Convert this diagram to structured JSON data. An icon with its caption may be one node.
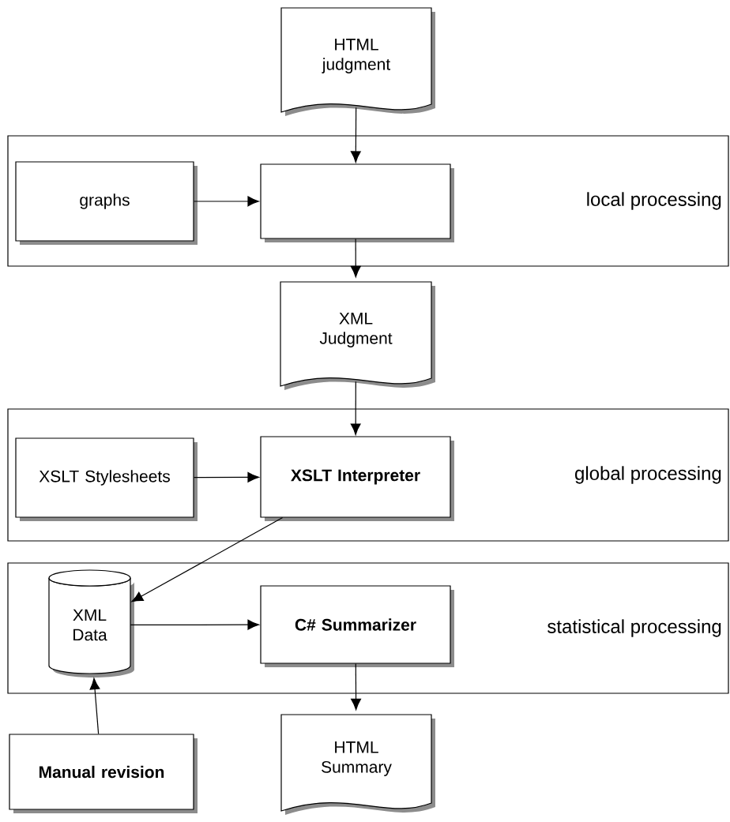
{
  "diagram": {
    "nodes": [
      {
        "text": [
          "local processing"
        ]
      },
      {
        "text": [
          "HTML judgment"
        ]
      },
      {
        "text": [
          "graphs"
        ],
        "in": 0
      },
      {
        "text": [],
        "shape": "box",
        "in": 0
      },
      {
        "text": [
          "XML Judgment"
        ]
      },
      {
        "text": [
          "global processing"
        ]
      },
      {
        "text": [
          "XSLT Stylesheets"
        ],
        "in": 5
      },
      {
        "text": [
          "XSLT Interpreter"
        ],
        "in": 5
      },
      {
        "text": [
          "statistical processing"
        ]
      },
      {
        "text": [
          "XML Data"
        ],
        "in": 8
      },
      {
        "text": [
          "C# Summarizer"
        ],
        "in": 8
      },
      {
        "text": [
          "Manual revision"
        ]
      },
      {
        "text": [
          "HTML Summary"
        ]
      }
    ],
    "edges": [
      {
        "from": 1,
        "to": 3,
        "arrow": "to"
      },
      {
        "from": 2,
        "to": 3,
        "arrow": "to"
      },
      {
        "from": 3,
        "to": 4,
        "arrow": "to"
      },
      {
        "from": 4,
        "to": 7,
        "arrow": "to"
      },
      {
        "from": 6,
        "to": 7,
        "arrow": "to"
      },
      {
        "from": 7,
        "to": 9,
        "arrow": "to"
      },
      {
        "from": 9,
        "to": 10,
        "arrow": "to"
      },
      {
        "from": 10,
        "to": 12,
        "arrow": "to"
      },
      {
        "from": 11,
        "to": 9,
        "arrow": "to"
      }
    ]
  }
}
